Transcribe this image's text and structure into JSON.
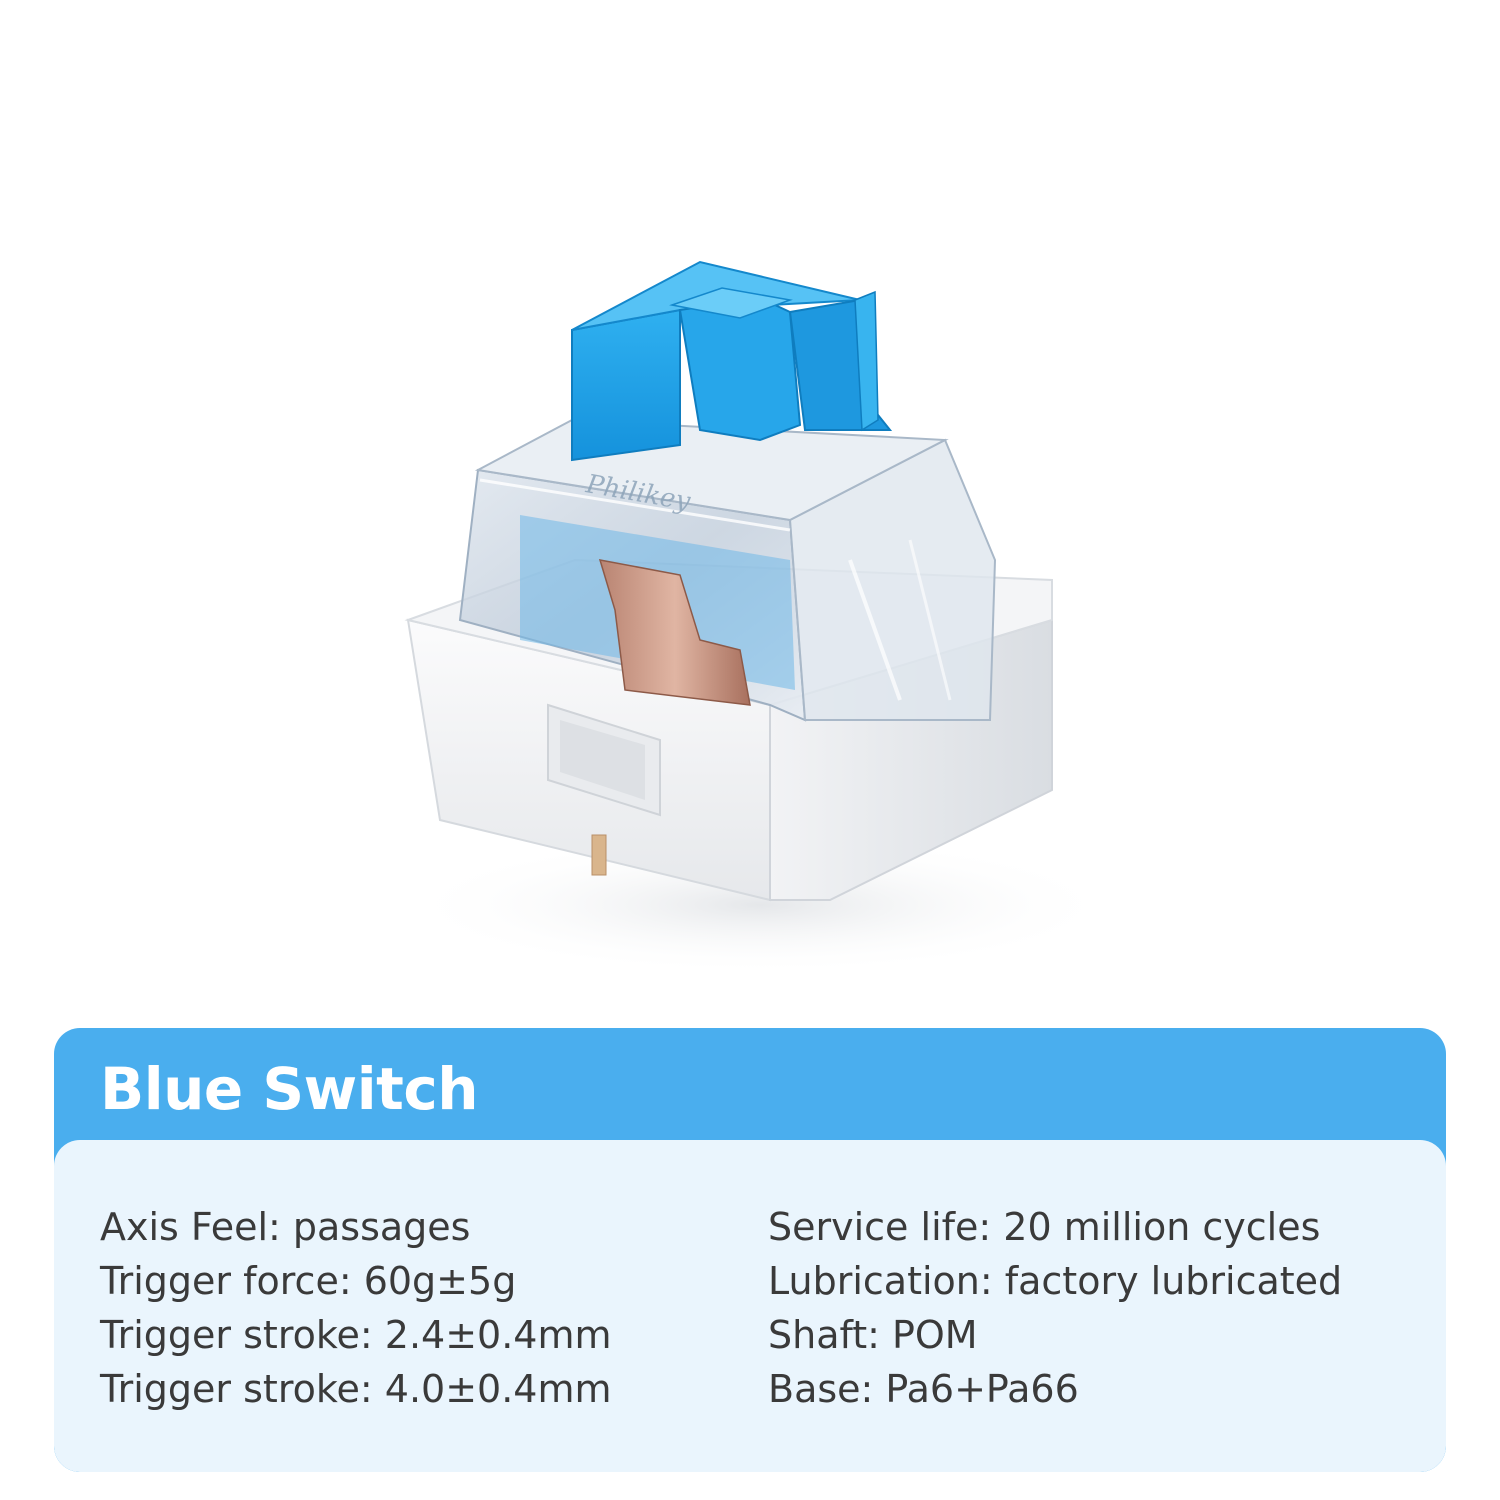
{
  "product": {
    "title": "Blue Switch",
    "brand_mark": "Philikey",
    "image_subject": "keyboard-switch-icon"
  },
  "specs": {
    "left": [
      "Axis Feel: passages",
      "Trigger force: 60g±5g",
      "Trigger stroke: 2.4±0.4mm",
      "Trigger stroke: 4.0±0.4mm"
    ],
    "right": [
      "Service life: 20 million cycles",
      "Lubrication: factory lubricated",
      "Shaft: POM",
      "Base: Pa6+Pa66"
    ]
  },
  "colors": {
    "accent": "#4aaeee",
    "card_body": "#eaf5fd",
    "stem": "#1e9fe6",
    "text": "#3a3a3a"
  }
}
